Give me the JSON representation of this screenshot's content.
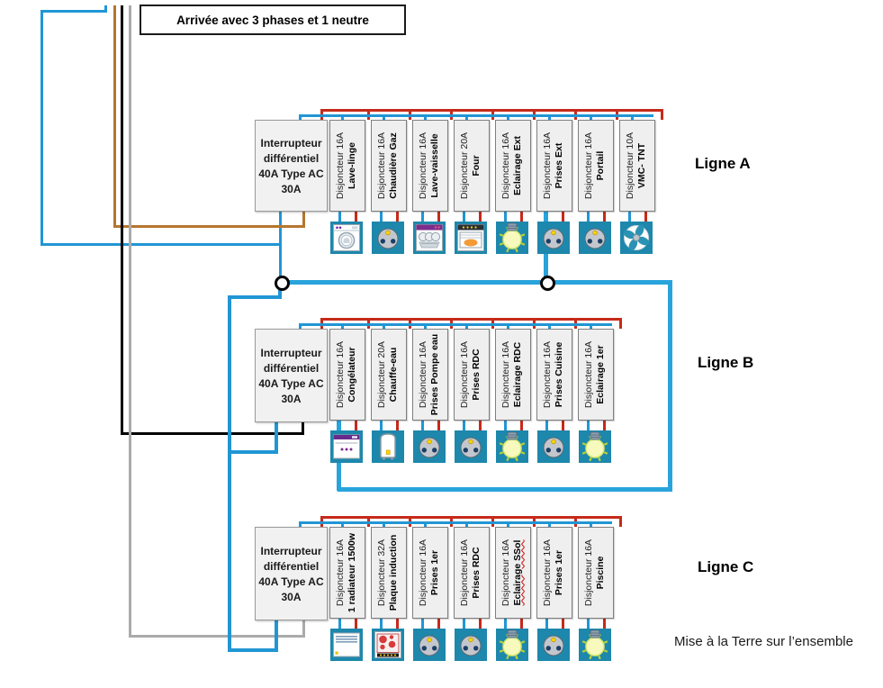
{
  "header": {
    "arrival_label": "Arrivée avec 3 phases et 1 neutre"
  },
  "footer": {
    "ground_note": "Mise à la Terre sur l’ensemble"
  },
  "colors": {
    "phase_red": "#c62a1a",
    "neutral_blue": "#2196d4",
    "thick_blue": "#29a3dc",
    "phase_brown": "#b5762e",
    "phase_black": "#000000",
    "phase_gray": "#ababab",
    "icon_teal": "#1e87ac",
    "panel_fill": "#efefef"
  },
  "rows": [
    {
      "label": "Ligne A",
      "main_switch": {
        "lines": [
          "Interrupteur",
          "différentiel",
          "40A Type AC",
          "30A"
        ]
      },
      "breakers": [
        {
          "rating": "Disjoncteur 16A",
          "name": "Lave-linge",
          "icon": "washing-machine"
        },
        {
          "rating": "Disjoncteur 16A",
          "name": "Chaudière Gaz",
          "icon": "socket"
        },
        {
          "rating": "Disjoncteur 16A",
          "name": "Lave-vaisselle",
          "icon": "dishwasher"
        },
        {
          "rating": "Disjoncteur 20A",
          "name": "Four",
          "icon": "oven"
        },
        {
          "rating": "Disjoncteur 16A",
          "name": "Eclairage Ext",
          "icon": "bulb"
        },
        {
          "rating": "Disjoncteur 16A",
          "name": "Prises Ext",
          "icon": "socket"
        },
        {
          "rating": "Disjoncteur 16A",
          "name": "Portail",
          "icon": "socket"
        },
        {
          "rating": "Disjoncteur 10A",
          "name": "VMC- TNT",
          "icon": "fan"
        }
      ]
    },
    {
      "label": "Ligne B",
      "main_switch": {
        "lines": [
          "Interrupteur",
          "différentiel",
          "40A Type AC",
          "30A"
        ]
      },
      "breakers": [
        {
          "rating": "Disjoncteur 16A",
          "name": "Congélateur",
          "icon": "freezer"
        },
        {
          "rating": "Disjoncteur 20A",
          "name": "Chauffe-eau",
          "icon": "water-heater"
        },
        {
          "rating": "Disjoncteur 16A",
          "name": "Prises Pompe eau",
          "icon": "socket"
        },
        {
          "rating": "Disjoncteur 16A",
          "name": "Prises RDC",
          "icon": "socket"
        },
        {
          "rating": "Disjoncteur 16A",
          "name": "Eclairage RDC",
          "icon": "bulb"
        },
        {
          "rating": "Disjoncteur 16A",
          "name": "Prises Cuisine",
          "icon": "socket"
        },
        {
          "rating": "Disjoncteur 16A",
          "name": "Eclairage 1er",
          "icon": "bulb"
        }
      ]
    },
    {
      "label": "Ligne C",
      "main_switch": {
        "lines": [
          "Interrupteur",
          "différentiel",
          "40A Type AC",
          "30A"
        ]
      },
      "breakers": [
        {
          "rating": "Disjoncteur 16A",
          "name": "1 radiateur 1500w",
          "icon": "radiator"
        },
        {
          "rating": "Disjoncteur 32A",
          "name": "Plaque induction",
          "icon": "induction-hob"
        },
        {
          "rating": "Disjoncteur 16A",
          "name": "Prises 1er",
          "icon": "socket"
        },
        {
          "rating": "Disjoncteur 16A",
          "name": "Prises RDC",
          "icon": "socket"
        },
        {
          "rating": "Disjoncteur 16A",
          "name": "Eclairage SSol",
          "icon": "bulb",
          "misspelled": true
        },
        {
          "rating": "Disjoncteur 16A",
          "name": "Prises 1er",
          "icon": "socket"
        },
        {
          "rating": "Disjoncteur 16A",
          "name": "Piscine",
          "icon": "bulb"
        }
      ]
    }
  ]
}
